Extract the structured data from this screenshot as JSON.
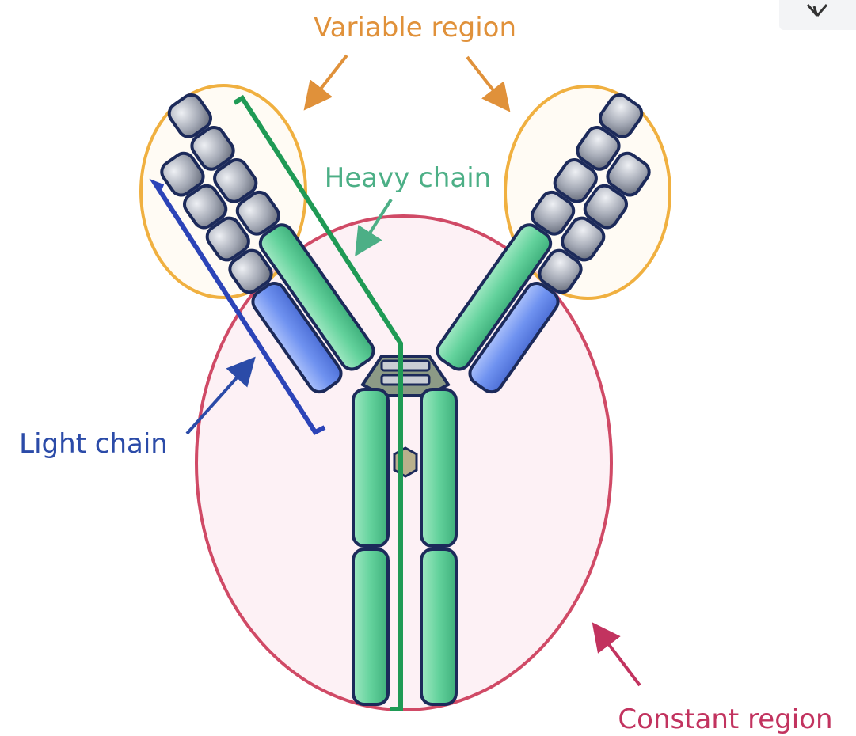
{
  "labels": {
    "variable_region": "Variable region",
    "heavy_chain": "Heavy chain",
    "light_chain": "Light chain",
    "constant_region": "Constant region"
  },
  "colors": {
    "variable_label": "#e0913a",
    "variable_circle": "#f0b040",
    "heavy_label": "#4caf86",
    "heavy_bracket": "#1f9a55",
    "light_label": "#2b4ba8",
    "light_bracket": "#2c44b8",
    "constant_label": "#c2335f",
    "constant_ellipse": "#d04a66",
    "constant_fill": "#fdf1f5",
    "heavy_segment": "#63d29c",
    "light_segment": "#6f92f0",
    "variable_domain": "#9aa0ac",
    "outline": "#1c2a5a"
  },
  "icons": {
    "corner": "expand-icon"
  }
}
